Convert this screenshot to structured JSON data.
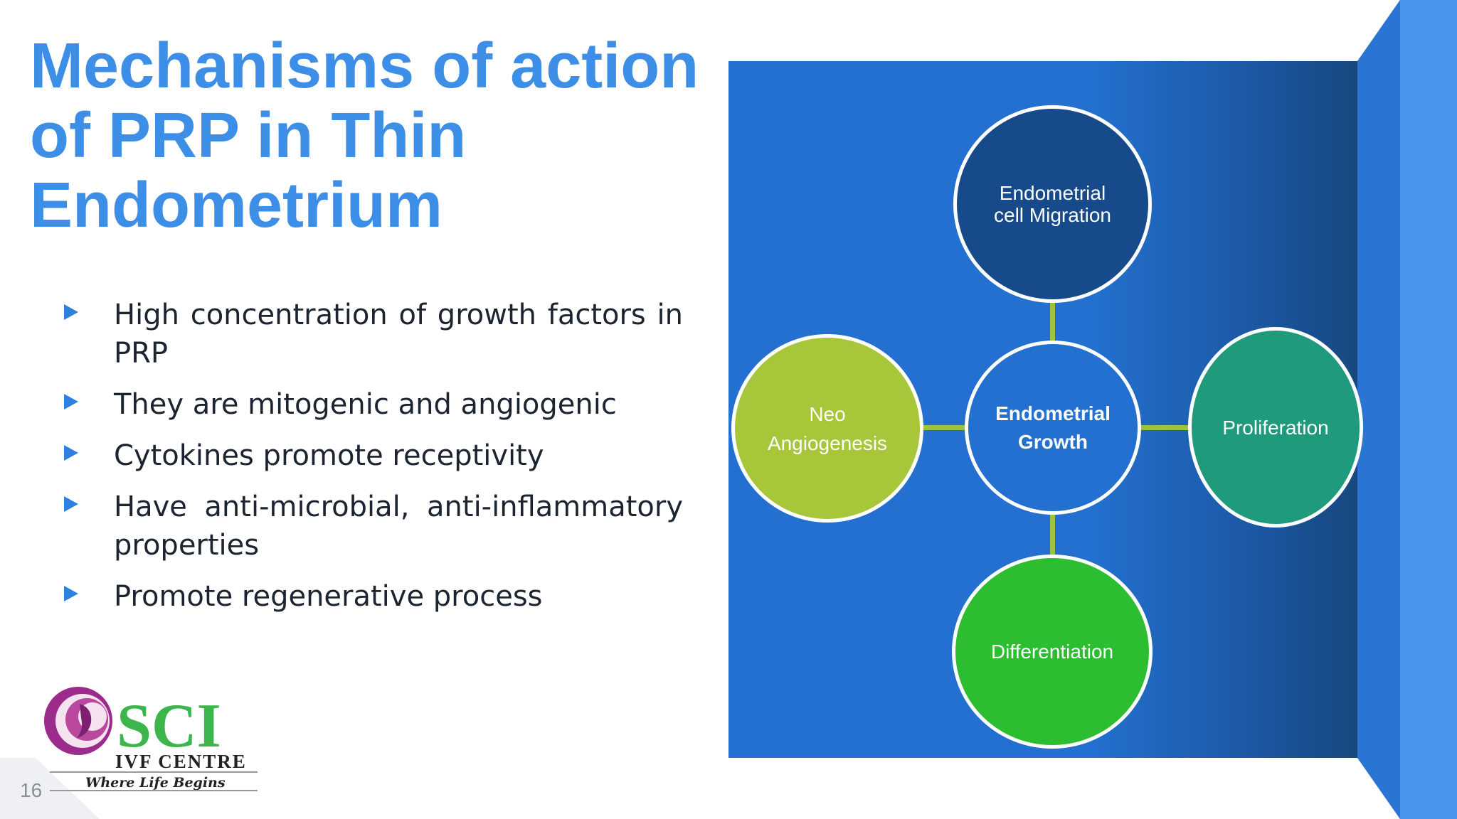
{
  "slide": {
    "title": "Mechanisms of action of PRP in Thin Endometrium",
    "bullets": [
      "High concentration of growth factors in PRP",
      "They are mitogenic and angiogenic",
      "Cytokines promote receptivity",
      "Have anti-microbial, anti-inflammatory properties",
      "Promote regenerative process"
    ],
    "page_number": "16",
    "accent_color": "#3d8ee6"
  },
  "diagram": {
    "center": {
      "line1": "Endometrial",
      "line2": "Growth",
      "color": "#2370d0"
    },
    "top": {
      "line1": "Endometrial",
      "line2": "cell Migration",
      "color": "#174a8b"
    },
    "left": {
      "line1": "Neo",
      "line2": "Angiogenesis",
      "color": "#a8c63a"
    },
    "right": {
      "label": "Proliferation",
      "color": "#1f9a7c"
    },
    "bottom": {
      "label": "Differentiation",
      "color": "#2cbd30"
    },
    "connector_color": "#9ac43c",
    "panel_color": "#2370d0"
  },
  "logo": {
    "name": "SCI",
    "subtitle": "IVF CENTRE",
    "tagline": "Where Life Begins"
  }
}
